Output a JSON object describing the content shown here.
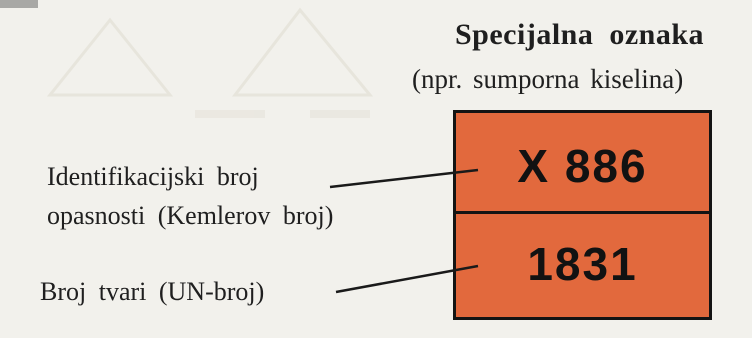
{
  "heading": {
    "title": "Specijalna oznaka",
    "subtitle": "(npr. sumporna kiselina)"
  },
  "plate": {
    "hazard_number": "X 886",
    "un_number": "1831",
    "color": "#e2693d",
    "border_color": "#141414"
  },
  "labels": {
    "kemler_line1": "Identifikacijski broj",
    "kemler_line2": "opasnosti (Kemlerov broj)",
    "un": "Broj tvari (UN-broj)"
  }
}
